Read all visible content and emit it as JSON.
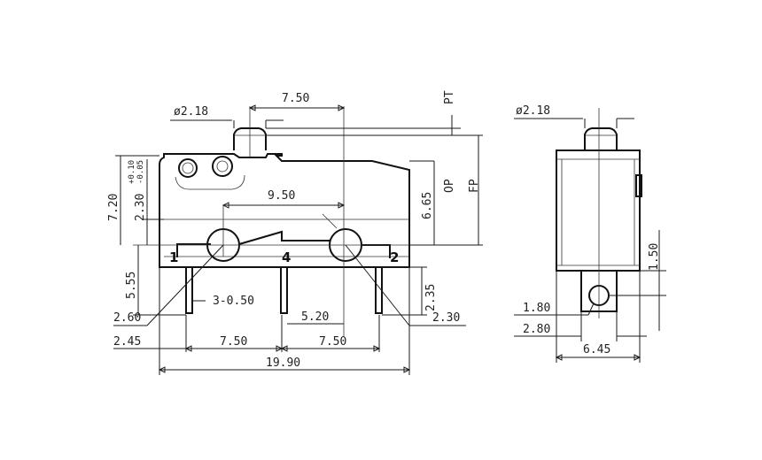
{
  "diagram": {
    "front_view": {
      "terminals": [
        "1",
        "4",
        "2"
      ],
      "dimensions": {
        "actuator_diameter": "ø2.18",
        "actuator_offset": "7.50",
        "hole_pitch": "9.50",
        "height_total": "7.20",
        "hole_height": "2.30",
        "hole_height_tol_plus": "+0.10",
        "hole_height_tol_minus": "-0.05",
        "op": "6.65",
        "pt_label": "PT",
        "op_label": "OP",
        "fp_label": "FP",
        "pin_length": "5.55",
        "pin_width": "3-0.50",
        "hole_diameter": "2.30",
        "pin_height": "2.35",
        "pin_offset": "2.60",
        "pin_offset2": "2.45",
        "center_to_pin": "5.20",
        "pin_pitch_left": "7.50",
        "pin_pitch_right": "7.50",
        "body_length": "19.90"
      }
    },
    "side_view": {
      "dimensions": {
        "actuator_diameter": "ø2.18",
        "tab_height": "1.50",
        "tab_hole": "1.80",
        "tab_width": "2.80",
        "body_width": "6.45"
      }
    }
  }
}
